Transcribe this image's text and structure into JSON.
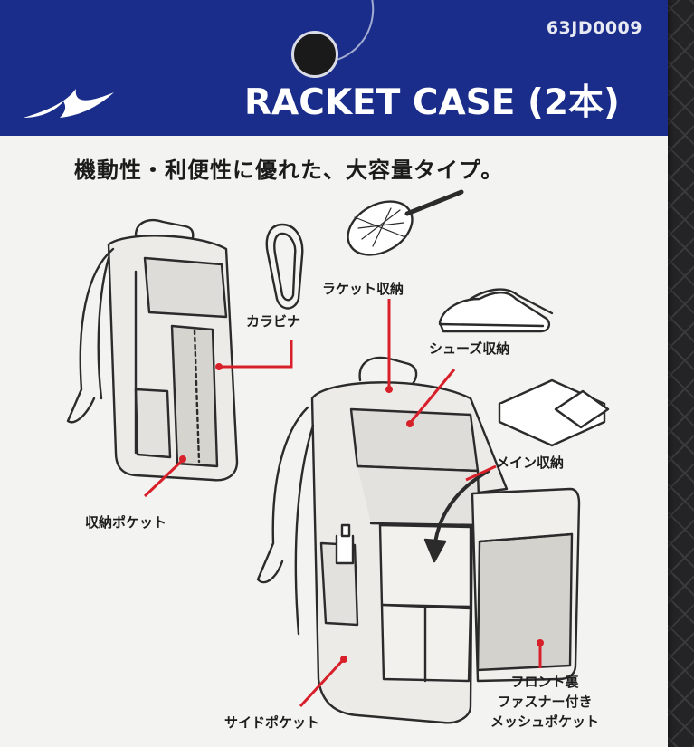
{
  "product": {
    "code": "63JD0009",
    "title": "RACKET CASE (2本)",
    "subtitle": "機動性・利便性に優れた、大容量タイプ。"
  },
  "labels": {
    "carabiner": "カラビナ",
    "racket_storage": "ラケット収納",
    "shoes_storage": "シューズ収納",
    "main_storage": "メイン収納",
    "storage_pocket": "収納ポケット",
    "side_pocket": "サイドポケット",
    "front_mesh_pocket": "フロント裏\nファスナー付き\nメッシュポケット"
  },
  "colors": {
    "header_blue": "#1b2d8a",
    "card_white": "#f3f3f1",
    "callout_red": "#d8202a"
  },
  "icons": [
    "mizuno-logo",
    "racket-icon",
    "shoes-icon",
    "clothes-icon",
    "carabiner-icon"
  ]
}
